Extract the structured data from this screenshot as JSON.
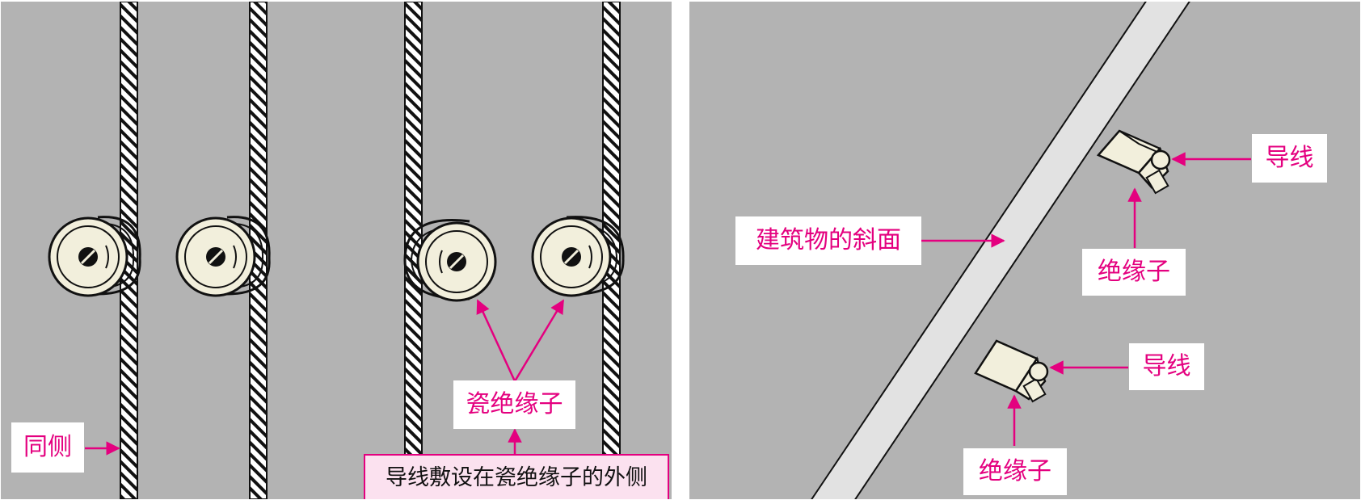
{
  "left_panel": {
    "labels": {
      "same_side": "同侧",
      "porcelain_insulator": "瓷绝缘子",
      "wire_outside_note": "导线敷设在瓷绝缘子的外侧"
    }
  },
  "right_panel": {
    "labels": {
      "inclined_surface": "建筑物的斜面",
      "upper_wire": "导线",
      "upper_insulator": "绝缘子",
      "lower_wire": "导线",
      "lower_insulator": "绝缘子"
    }
  },
  "colors": {
    "background": "#b3b3b3",
    "annotation": "#e4007f",
    "insulator_fill": "#f2efdc",
    "inclined_surface": "#e2e2e2"
  }
}
